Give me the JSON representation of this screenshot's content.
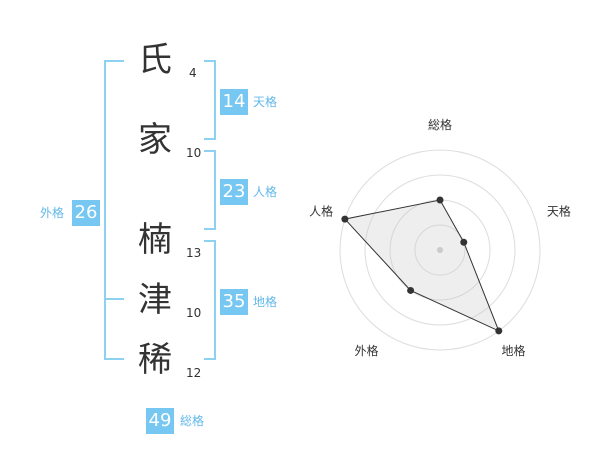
{
  "name": {
    "chars": [
      {
        "char": "氏",
        "strokes": "4"
      },
      {
        "char": "家",
        "strokes": "10"
      },
      {
        "char": "楠",
        "strokes": "13"
      },
      {
        "char": "津",
        "strokes": "10"
      },
      {
        "char": "稀",
        "strokes": "12"
      }
    ]
  },
  "kaku": {
    "tenkaku": {
      "value": "14",
      "label": "天格"
    },
    "jinkaku": {
      "value": "23",
      "label": "人格"
    },
    "chikaku": {
      "value": "35",
      "label": "地格"
    },
    "gaikaku": {
      "value": "26",
      "label": "外格"
    },
    "soukaku": {
      "value": "49",
      "label": "総格"
    }
  },
  "colors": {
    "accent": "#76c7f1",
    "bracket": "#8ed0f2",
    "accent_text": "#61b8ea"
  },
  "chart_data": {
    "type": "radar",
    "axes": [
      "総格",
      "天格",
      "地格",
      "外格",
      "人格"
    ],
    "values": [
      2,
      1,
      4,
      2,
      4
    ],
    "rmax": 4,
    "rings": 4
  }
}
